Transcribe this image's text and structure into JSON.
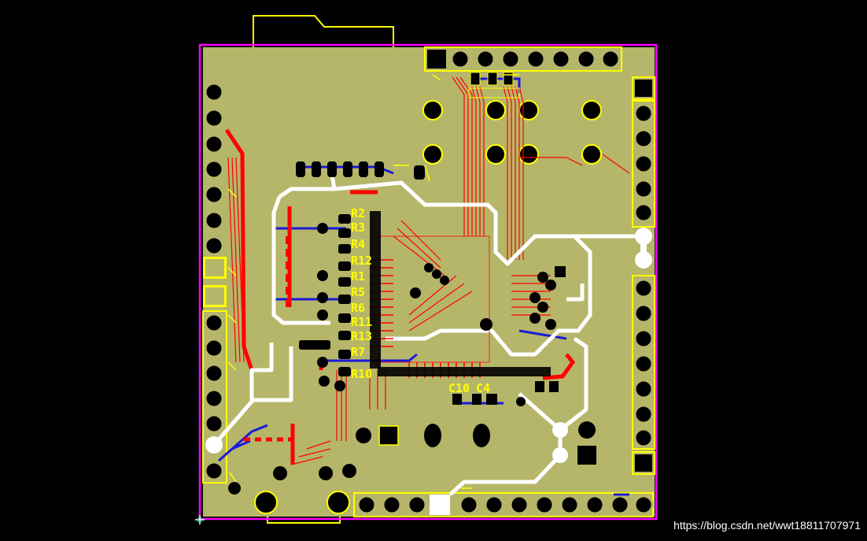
{
  "colors": {
    "background": "#000000",
    "board_outline": "#ff00ff",
    "copper_pour": "#b6b66a",
    "silkscreen": "#ffff00",
    "top_copper": "#ff0000",
    "bottom_copper": "#1a1ad8",
    "power_trace": "#ffffff",
    "pad_black": "#000000"
  },
  "silkscreen_labels": {
    "resistors": [
      "R2",
      "R3",
      "R4",
      "R12",
      "R1",
      "R5",
      "R6",
      "R11",
      "R13",
      "R7",
      "R10"
    ],
    "capacitors": [
      "C10",
      "C4"
    ]
  },
  "watermark": "https://blog.csdn.net/wwt18811707971"
}
